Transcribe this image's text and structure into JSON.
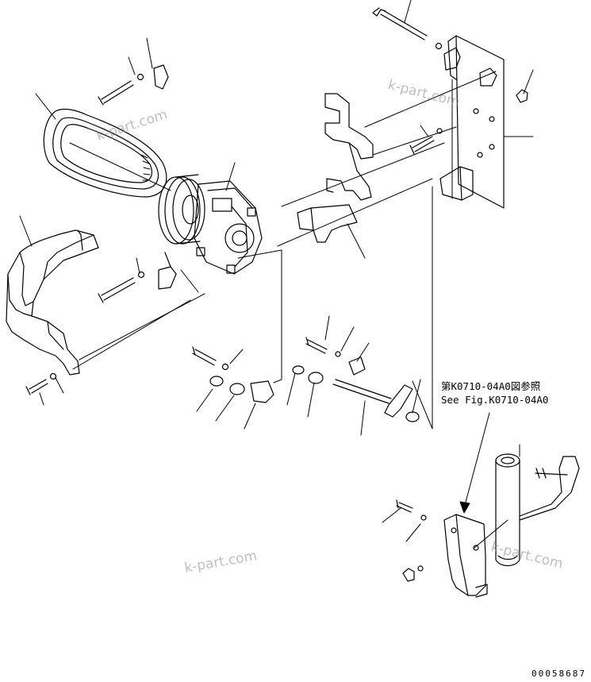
{
  "reference": {
    "line_ja": "第K0710-04A0図参照",
    "line_en": "See Fig.K0710-04A0"
  },
  "watermarks": [
    "k-part.com",
    "k-part.com",
    "k-part.com",
    "k-part.com"
  ],
  "drawing_number": "00058687",
  "colors": {
    "line": "#000000",
    "watermark": "#8a8a8a",
    "background": "#ffffff"
  }
}
